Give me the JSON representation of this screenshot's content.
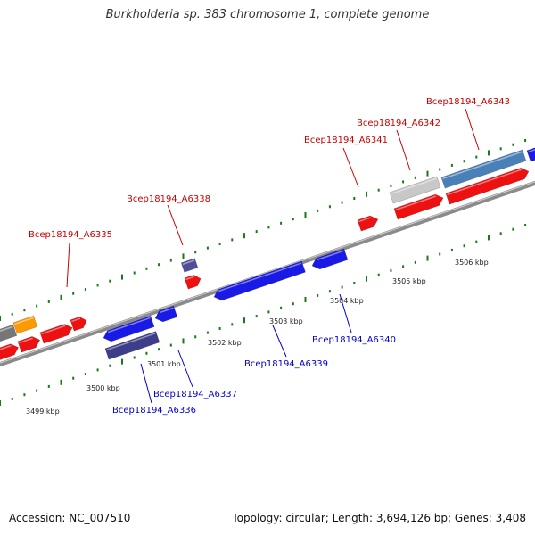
{
  "title": "Burkholderia sp. 383 chromosome 1, complete genome",
  "footer": {
    "accession": "Accession: NC_007510",
    "summary": "Topology: circular; Length: 3,694,126 bp; Genes: 3,408"
  },
  "colors": {
    "forward_gene": "#ee1111",
    "reverse_gene": "#1a1ae6",
    "reverse_gene_dark": "#3d3d8a",
    "forward_gene_dark": "#4f4f9a",
    "rna_gene": "#ff9900",
    "other_gene": "#777777",
    "pseudo_gene": "#c8c8c8",
    "steel_gene": "#4a80b8",
    "tick": "#1a7a1a",
    "backbone": "#8a8a8a",
    "forward_label": "#cc0000",
    "reverse_label": "#0000cc"
  },
  "scale_labels": [
    "3499 kbp",
    "3500 kbp",
    "3501 kbp",
    "3502 kbp",
    "3503 kbp",
    "3504 kbp",
    "3505 kbp",
    "3506 kbp"
  ],
  "gene_labels": {
    "forward": [
      "Bcep18194_A6335",
      "Bcep18194_A6338",
      "Bcep18194_A6341",
      "Bcep18194_A6342",
      "Bcep18194_A6343"
    ],
    "reverse": [
      "Bcep18194_A6336",
      "Bcep18194_A6337",
      "Bcep18194_A6339",
      "Bcep18194_A6340"
    ]
  }
}
